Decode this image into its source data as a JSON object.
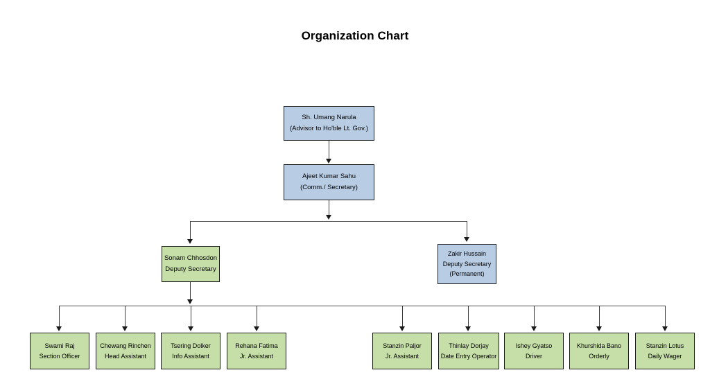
{
  "page": {
    "title": "Organization Chart",
    "background_color": "#ffffff"
  },
  "colors": {
    "blue_fill": "#b8cce4",
    "green_fill": "#c6dfa8",
    "border": "#1a1a1a",
    "connector": "#3a3a3a",
    "text": "#000000"
  },
  "org_chart": {
    "type": "org-tree",
    "levels": [
      {
        "level": 1,
        "nodes": [
          {
            "id": "advisor",
            "name": "Sh. Umang Narula",
            "role": "(Advisor to Ho'ble Lt. Gov.)",
            "fill": "blue"
          }
        ]
      },
      {
        "level": 2,
        "nodes": [
          {
            "id": "secretary",
            "name": "Ajeet Kumar Sahu",
            "role": "(Comm./ Secretary)",
            "fill": "blue"
          }
        ]
      },
      {
        "level": 3,
        "nodes": [
          {
            "id": "dep-left",
            "name": "Sonam Chhosdon",
            "role": "Deputy Secretary",
            "note": "",
            "fill": "green"
          },
          {
            "id": "dep-right",
            "name": "Zakir Hussain",
            "role": "Deputy Secretary",
            "note": "(Permanent)",
            "fill": "blue"
          }
        ]
      },
      {
        "level": 4,
        "nodes": [
          {
            "id": "staff-1",
            "name": "Swami Raj",
            "role": "Section Officer",
            "fill": "green"
          },
          {
            "id": "staff-2",
            "name": "Chewang Rinchen",
            "role": "Head Assistant",
            "fill": "green"
          },
          {
            "id": "staff-3",
            "name": "Tsering Dolker",
            "role": "Info Assistant",
            "fill": "green"
          },
          {
            "id": "staff-4",
            "name": "Rehana Fatima",
            "role": "Jr. Assistant",
            "fill": "green"
          },
          {
            "id": "staff-5",
            "name": "Stanzin Paljor",
            "role": "Jr. Assistant",
            "fill": "green"
          },
          {
            "id": "staff-6",
            "name": "Thinlay Dorjay",
            "role": "Date Entry Operator",
            "fill": "green"
          },
          {
            "id": "staff-7",
            "name": "Ishey Gyatso",
            "role": "Driver",
            "fill": "green"
          },
          {
            "id": "staff-8",
            "name": "Khurshida Bano",
            "role": "Orderly",
            "fill": "green"
          },
          {
            "id": "staff-9",
            "name": "Stanzin Lotus",
            "role": "Daily Wager",
            "fill": "green"
          }
        ]
      }
    ]
  }
}
